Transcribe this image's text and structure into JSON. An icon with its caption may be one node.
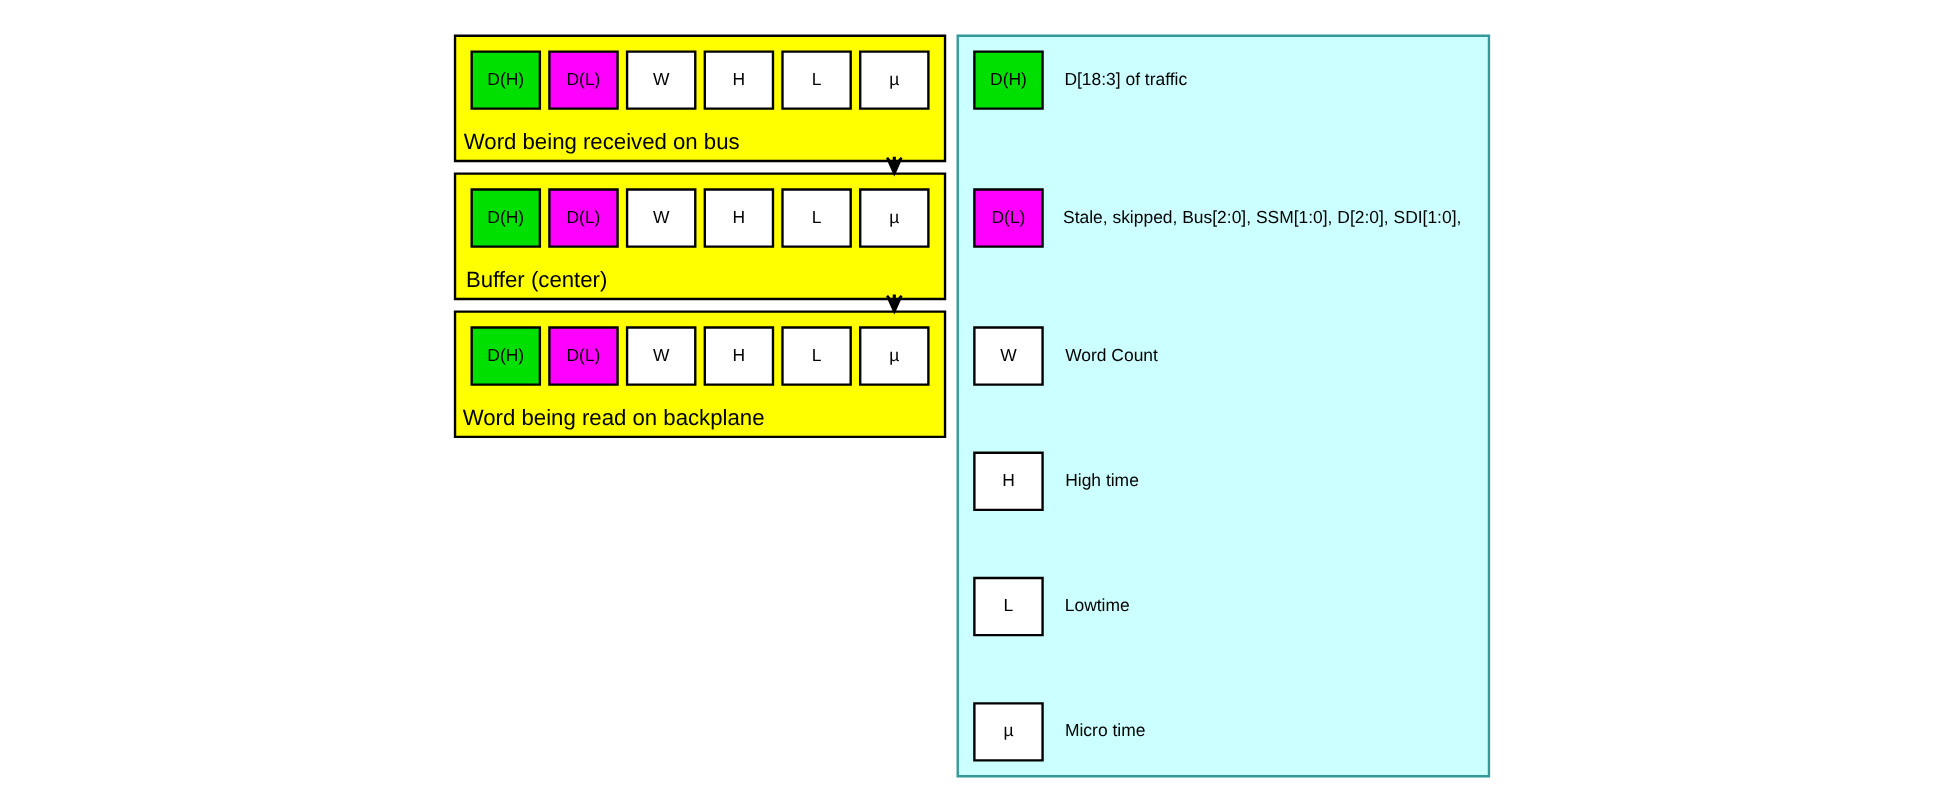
{
  "diagram": {
    "nodes": [
      {
        "text": [
          "Word being received on bus"
        ]
      },
      {
        "text": [
          "D(H)"
        ],
        "in": 0
      },
      {
        "text": [
          "D(L)"
        ],
        "in": 0
      },
      {
        "text": [
          "W"
        ],
        "in": 0
      },
      {
        "text": [
          "H"
        ],
        "in": 0
      },
      {
        "text": [
          "L"
        ],
        "in": 0
      },
      {
        "text": [
          "µ"
        ],
        "in": 0
      },
      {
        "text": [
          "Buffer (center)"
        ]
      },
      {
        "text": [
          "D(H)"
        ],
        "in": 7
      },
      {
        "text": [
          "D(L)"
        ],
        "in": 7
      },
      {
        "text": [
          "W"
        ],
        "in": 7
      },
      {
        "text": [
          "H"
        ],
        "in": 7
      },
      {
        "text": [
          "L"
        ],
        "in": 7
      },
      {
        "text": [
          "µ"
        ],
        "in": 7
      },
      {
        "text": [
          "Word being read on backplane"
        ]
      },
      {
        "text": [
          "D(H)"
        ],
        "in": 14
      },
      {
        "text": [
          "D(L)"
        ],
        "in": 14
      },
      {
        "text": [
          "W"
        ],
        "in": 14
      },
      {
        "text": [
          "H"
        ],
        "in": 14
      },
      {
        "text": [
          "L"
        ],
        "in": 14
      },
      {
        "text": [
          "µ"
        ],
        "in": 14
      },
      {
        "text": [],
        "shape": "box"
      },
      {
        "text": [
          "D(H)"
        ],
        "in": 21,
        "beside": [
          "D[18:3] of traffic"
        ]
      },
      {
        "text": [
          "D(L)"
        ],
        "in": 21,
        "beside": [
          "Stale, skipped, Bus[2:0], SSM[1:0], D[2:0], SDI[1:0],"
        ]
      },
      {
        "text": [
          "W"
        ],
        "in": 21,
        "beside": [
          "Word Count"
        ]
      },
      {
        "text": [
          "H"
        ],
        "in": 21,
        "beside": [
          "High time"
        ]
      },
      {
        "text": [
          "L"
        ],
        "in": 21,
        "beside": [
          "Lowtime"
        ]
      },
      {
        "text": [
          "µ"
        ],
        "in": 21,
        "beside": [
          "Micro time"
        ]
      }
    ],
    "edges": [
      {
        "from": 0,
        "to": 7,
        "arrow": "to"
      },
      {
        "from": 7,
        "to": 14,
        "arrow": "to"
      }
    ]
  }
}
